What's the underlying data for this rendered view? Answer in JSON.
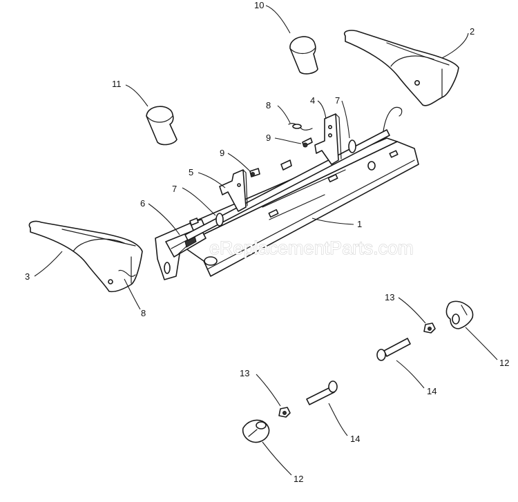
{
  "watermark": "eReplacementParts.com",
  "callouts": {
    "c1": "1",
    "c2": "2",
    "c3": "3",
    "c4": "4",
    "c5": "5",
    "c6": "6",
    "c7a": "7",
    "c7b": "7",
    "c8a": "8",
    "c8b": "8",
    "c9a": "9",
    "c9b": "9",
    "c10": "10",
    "c11": "11",
    "c12a": "12",
    "c12b": "12",
    "c13a": "13",
    "c13b": "13",
    "c14a": "14",
    "c14b": "14"
  },
  "colors": {
    "line": "#1a1a1a",
    "background": "#ffffff",
    "watermark": "#c8c8c8"
  }
}
